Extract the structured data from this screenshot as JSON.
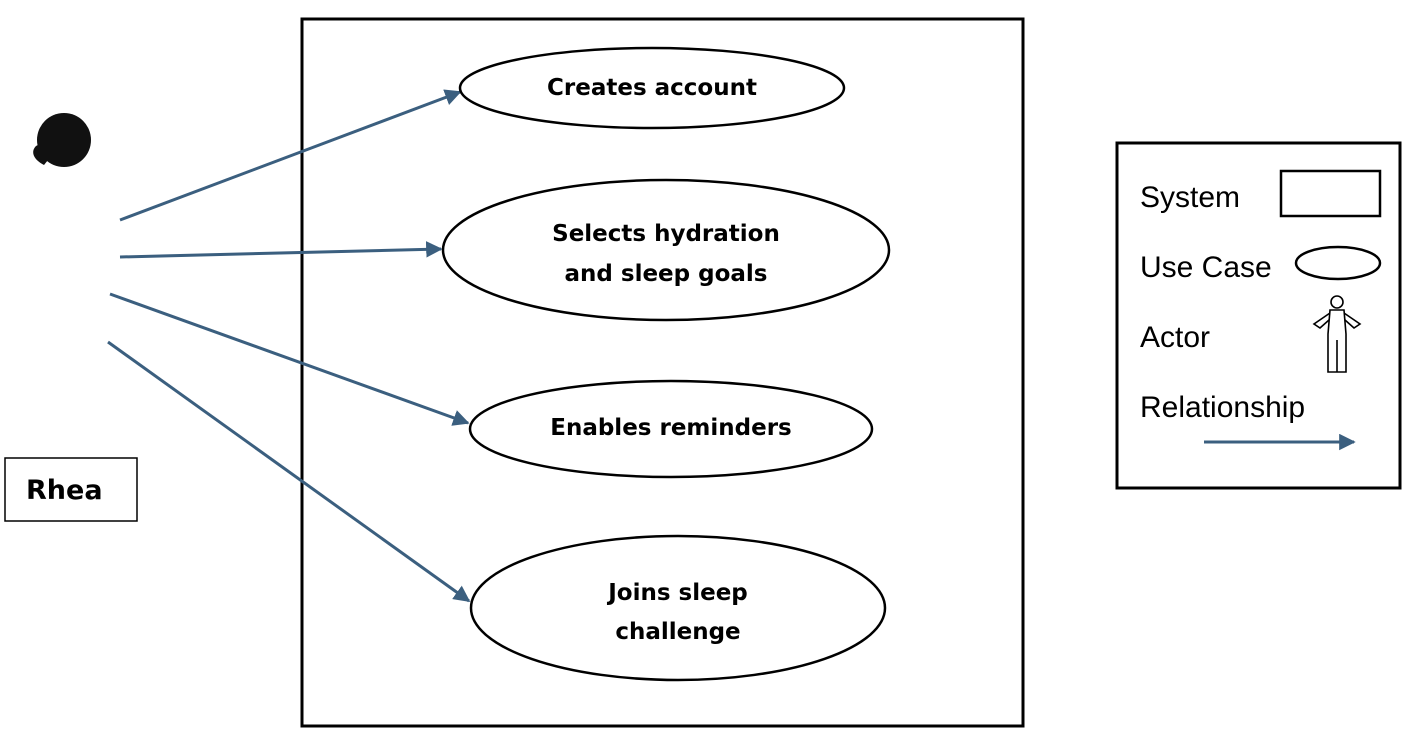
{
  "actor": {
    "name": "Rhea",
    "icon": "woman-in-suit-icon"
  },
  "use_cases": [
    {
      "id": "create-account",
      "lines": [
        "Creates account"
      ]
    },
    {
      "id": "select-goals",
      "lines": [
        "Selects hydration",
        "and sleep goals"
      ]
    },
    {
      "id": "enable-reminders",
      "lines": [
        "Enables reminders"
      ]
    },
    {
      "id": "join-challenge",
      "lines": [
        "Joins sleep",
        "challenge"
      ]
    }
  ],
  "legend": {
    "system_label": "System",
    "use_case_label": "Use Case",
    "actor_label": "Actor",
    "relationship_label": "Relationship"
  },
  "colors": {
    "arrow": "#3b5f7f",
    "outline": "#000000"
  }
}
